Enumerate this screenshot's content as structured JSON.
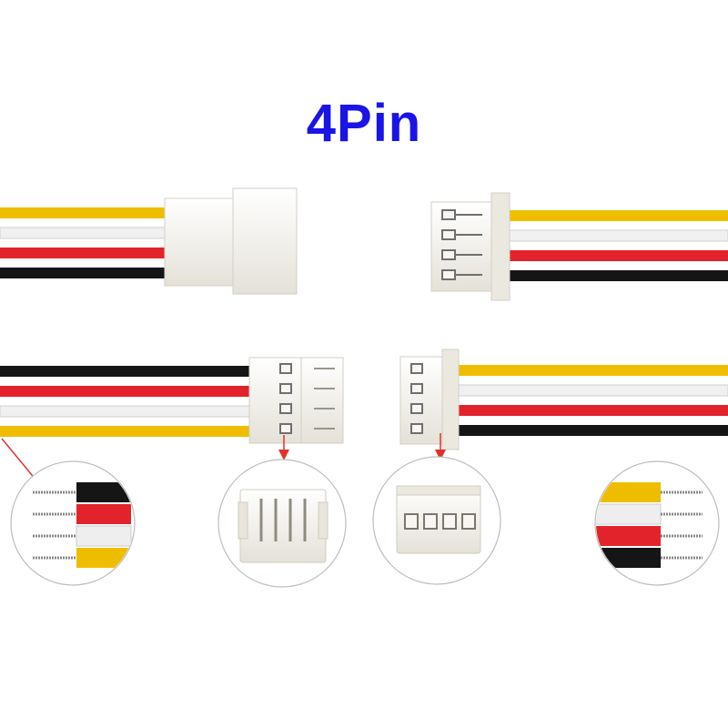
{
  "title": "4Pin",
  "colors": {
    "title": "#1a14e6",
    "wire_yellow": "#eebd00",
    "wire_white": "#f2f2f2",
    "wire_red": "#e3232b",
    "wire_black": "#151515",
    "connector": "#f1efe9",
    "arrow": "#e0312b"
  },
  "wire_order_top": [
    "yellow",
    "white",
    "red",
    "black"
  ],
  "wire_order_bottom_left": [
    "black",
    "red",
    "white",
    "yellow"
  ],
  "wire_order_bottom_right": [
    "yellow",
    "white",
    "red",
    "black"
  ],
  "pin_count": 4,
  "detail_views": [
    "stripped-wire-ends-left",
    "male-header-end-view",
    "female-housing-end-view",
    "stripped-wire-ends-right"
  ]
}
